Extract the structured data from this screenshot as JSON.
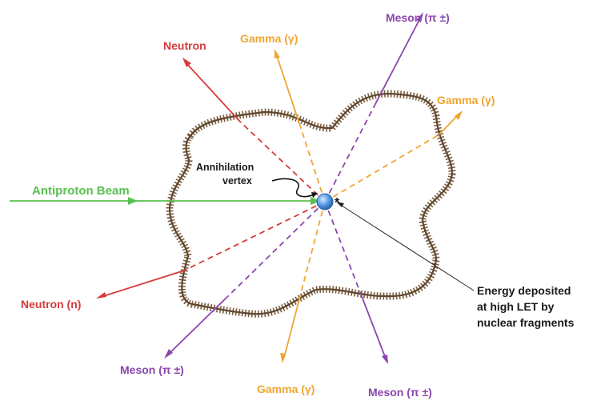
{
  "labels": {
    "neutron_top": "Neutron",
    "gamma_top": "Gamma (γ)",
    "meson_top": "Meson (π ±)",
    "gamma_right": "Gamma (γ)",
    "antiproton_beam": "Antiproton Beam",
    "annihilation_line1": "Annihilation",
    "annihilation_line2": "vertex",
    "neutron_left": "Neutron (n)",
    "meson_bottom_left": "Meson (π ±)",
    "gamma_bottom": "Gamma (γ)",
    "meson_bottom": "Meson (π ±)",
    "energy_line1": "Energy deposited",
    "energy_line2": "at high LET by",
    "energy_line3": "nuclear fragments"
  },
  "colors": {
    "neutron": "#d63a3a",
    "gamma": "#f0a531",
    "meson": "#8b46ad",
    "beam": "#59c04f",
    "outline": "#7a5d3c",
    "vertex": "#4a90d9",
    "text": "#1a1a1a"
  }
}
